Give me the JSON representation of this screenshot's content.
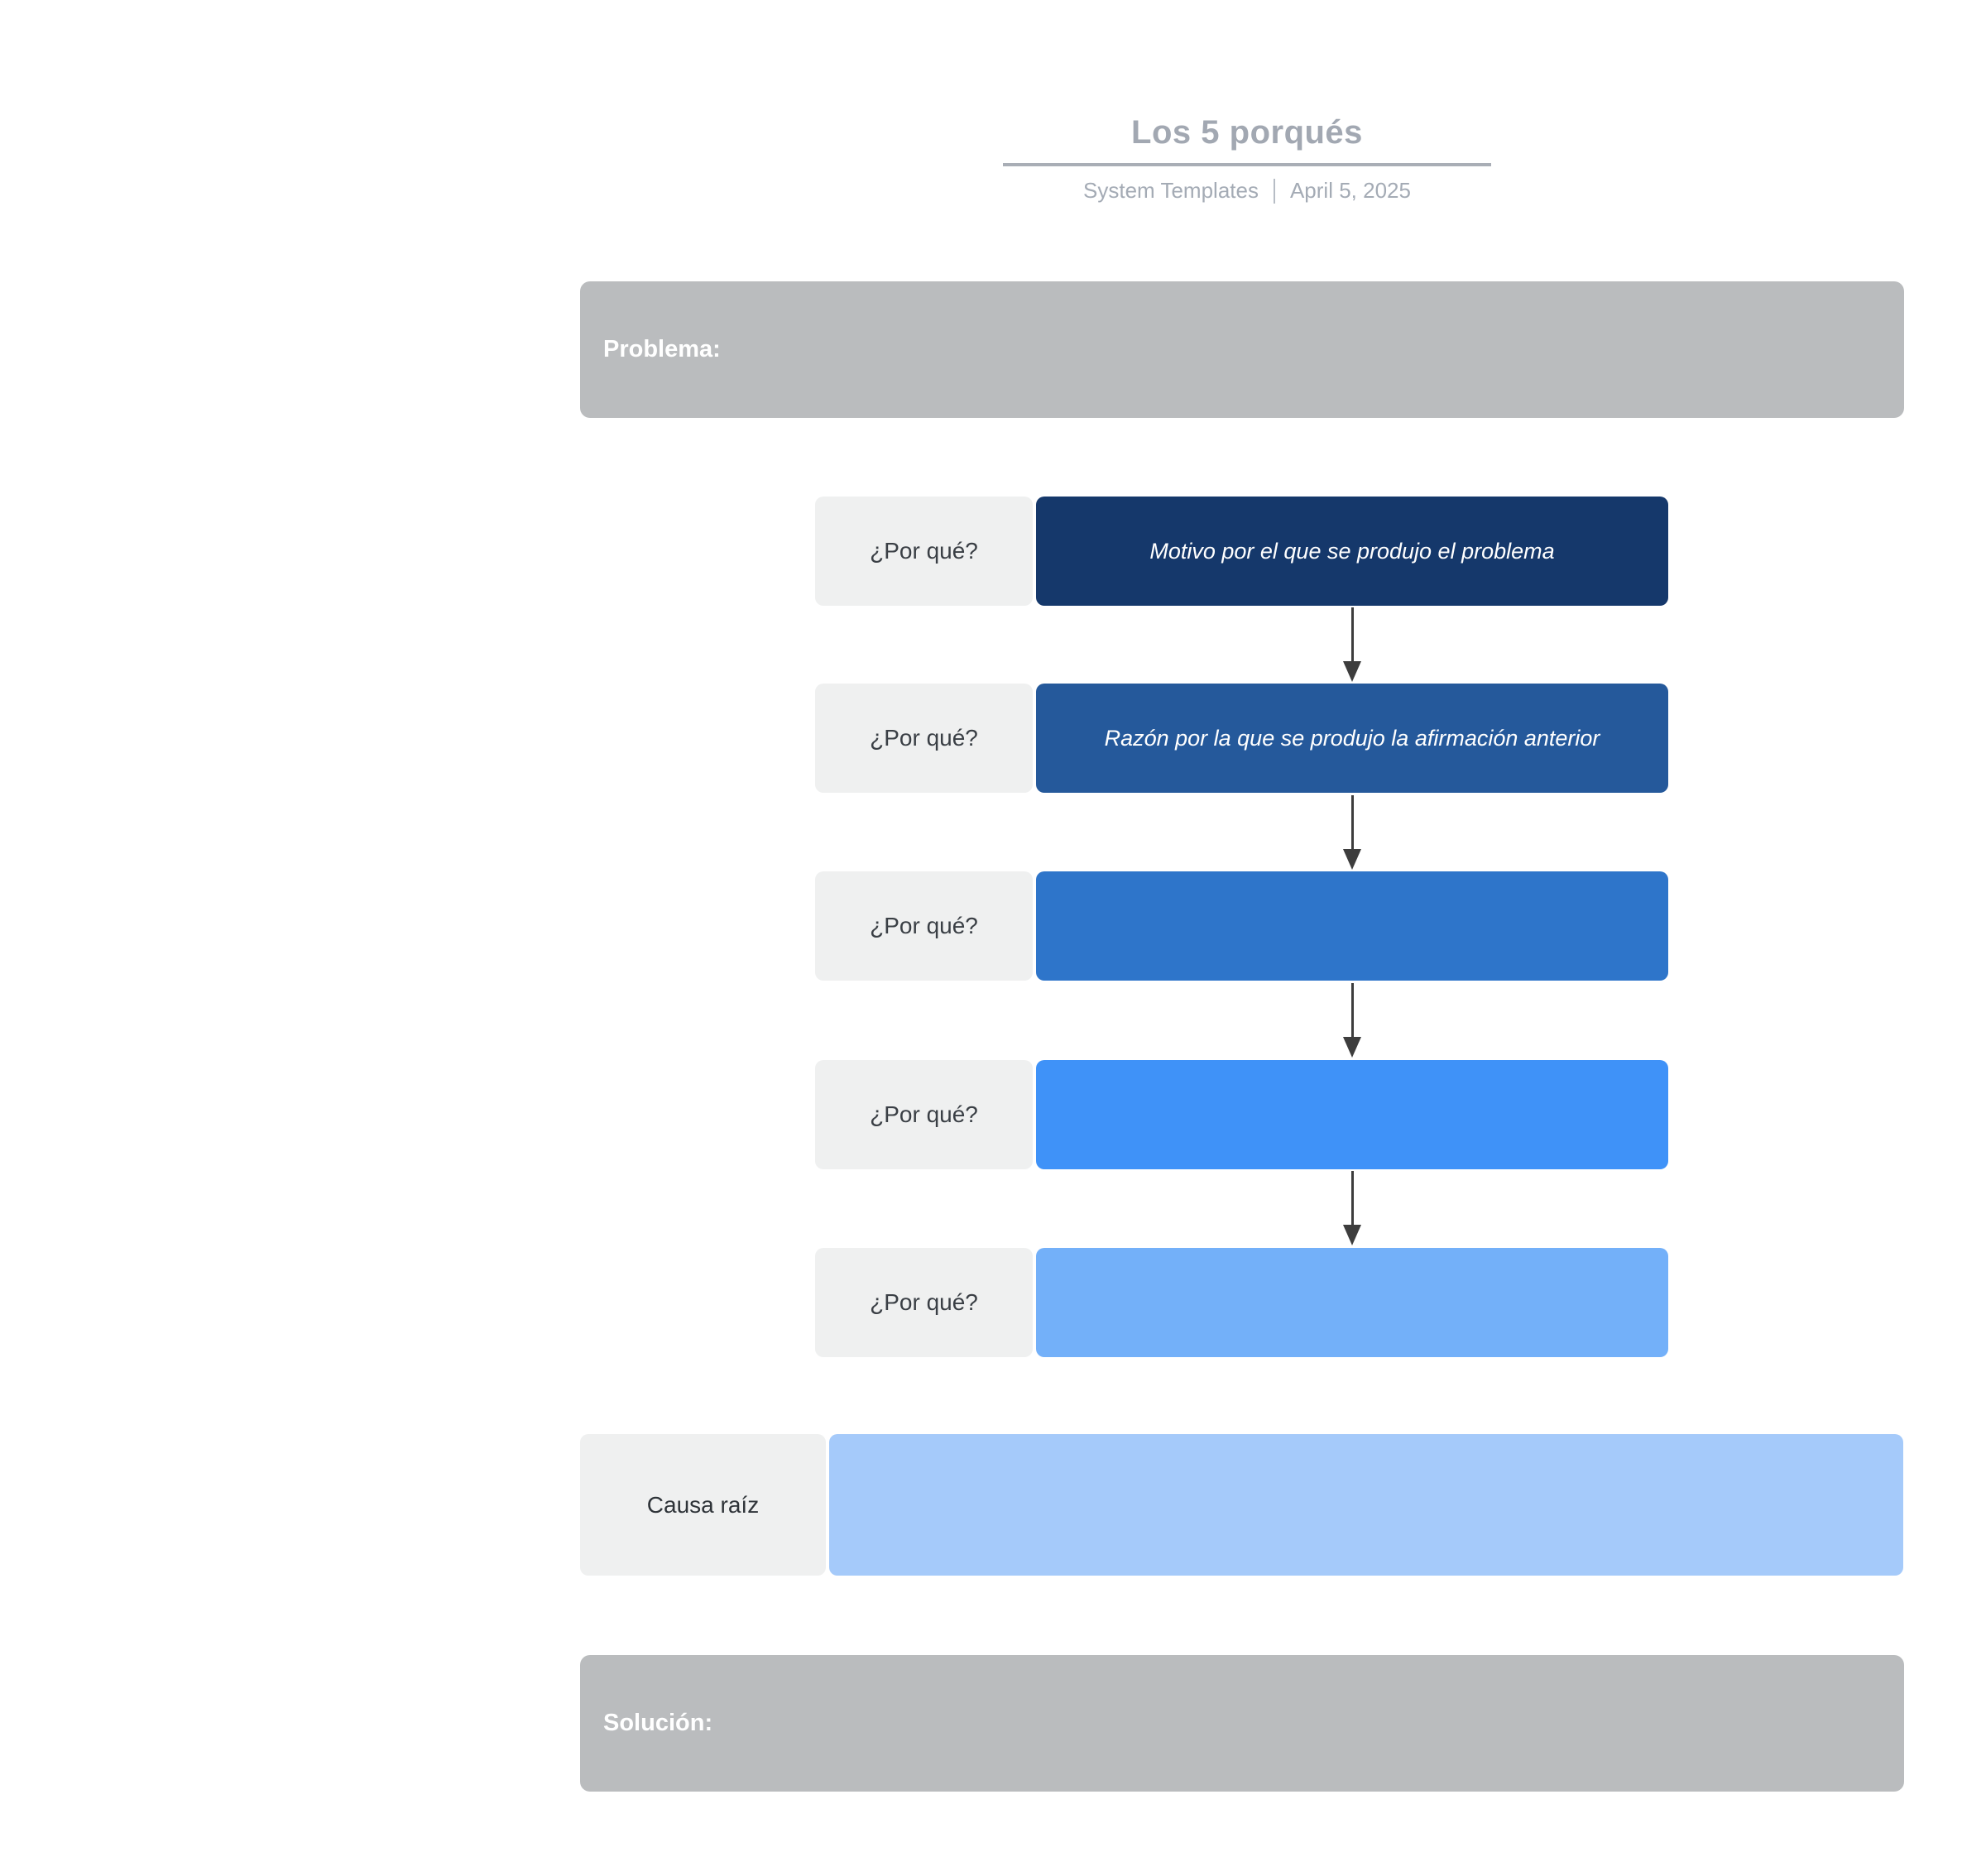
{
  "header": {
    "title": "Los 5 porqués",
    "subtitle_author": "System Templates",
    "subtitle_date": "April 5, 2025"
  },
  "problem": {
    "label": "Problema:"
  },
  "whys": {
    "question_label": "¿Por qué?",
    "rows": [
      {
        "text": "Motivo por el que se produjo el problema",
        "color": "#15386b"
      },
      {
        "text": "Razón por la que se produjo la afirmación anterior",
        "color": "#25599b"
      },
      {
        "text": "",
        "color": "#2e75ca"
      },
      {
        "text": "",
        "color": "#3f92f8"
      },
      {
        "text": "",
        "color": "#73b0f9"
      }
    ]
  },
  "root_cause": {
    "label": "Causa raíz",
    "box_color": "#a5cafa"
  },
  "solution": {
    "label": "Solución:"
  },
  "colors": {
    "section_gray": "#babcbe",
    "label_bg": "#eff0f0",
    "arrow": "#3d3d3d"
  }
}
